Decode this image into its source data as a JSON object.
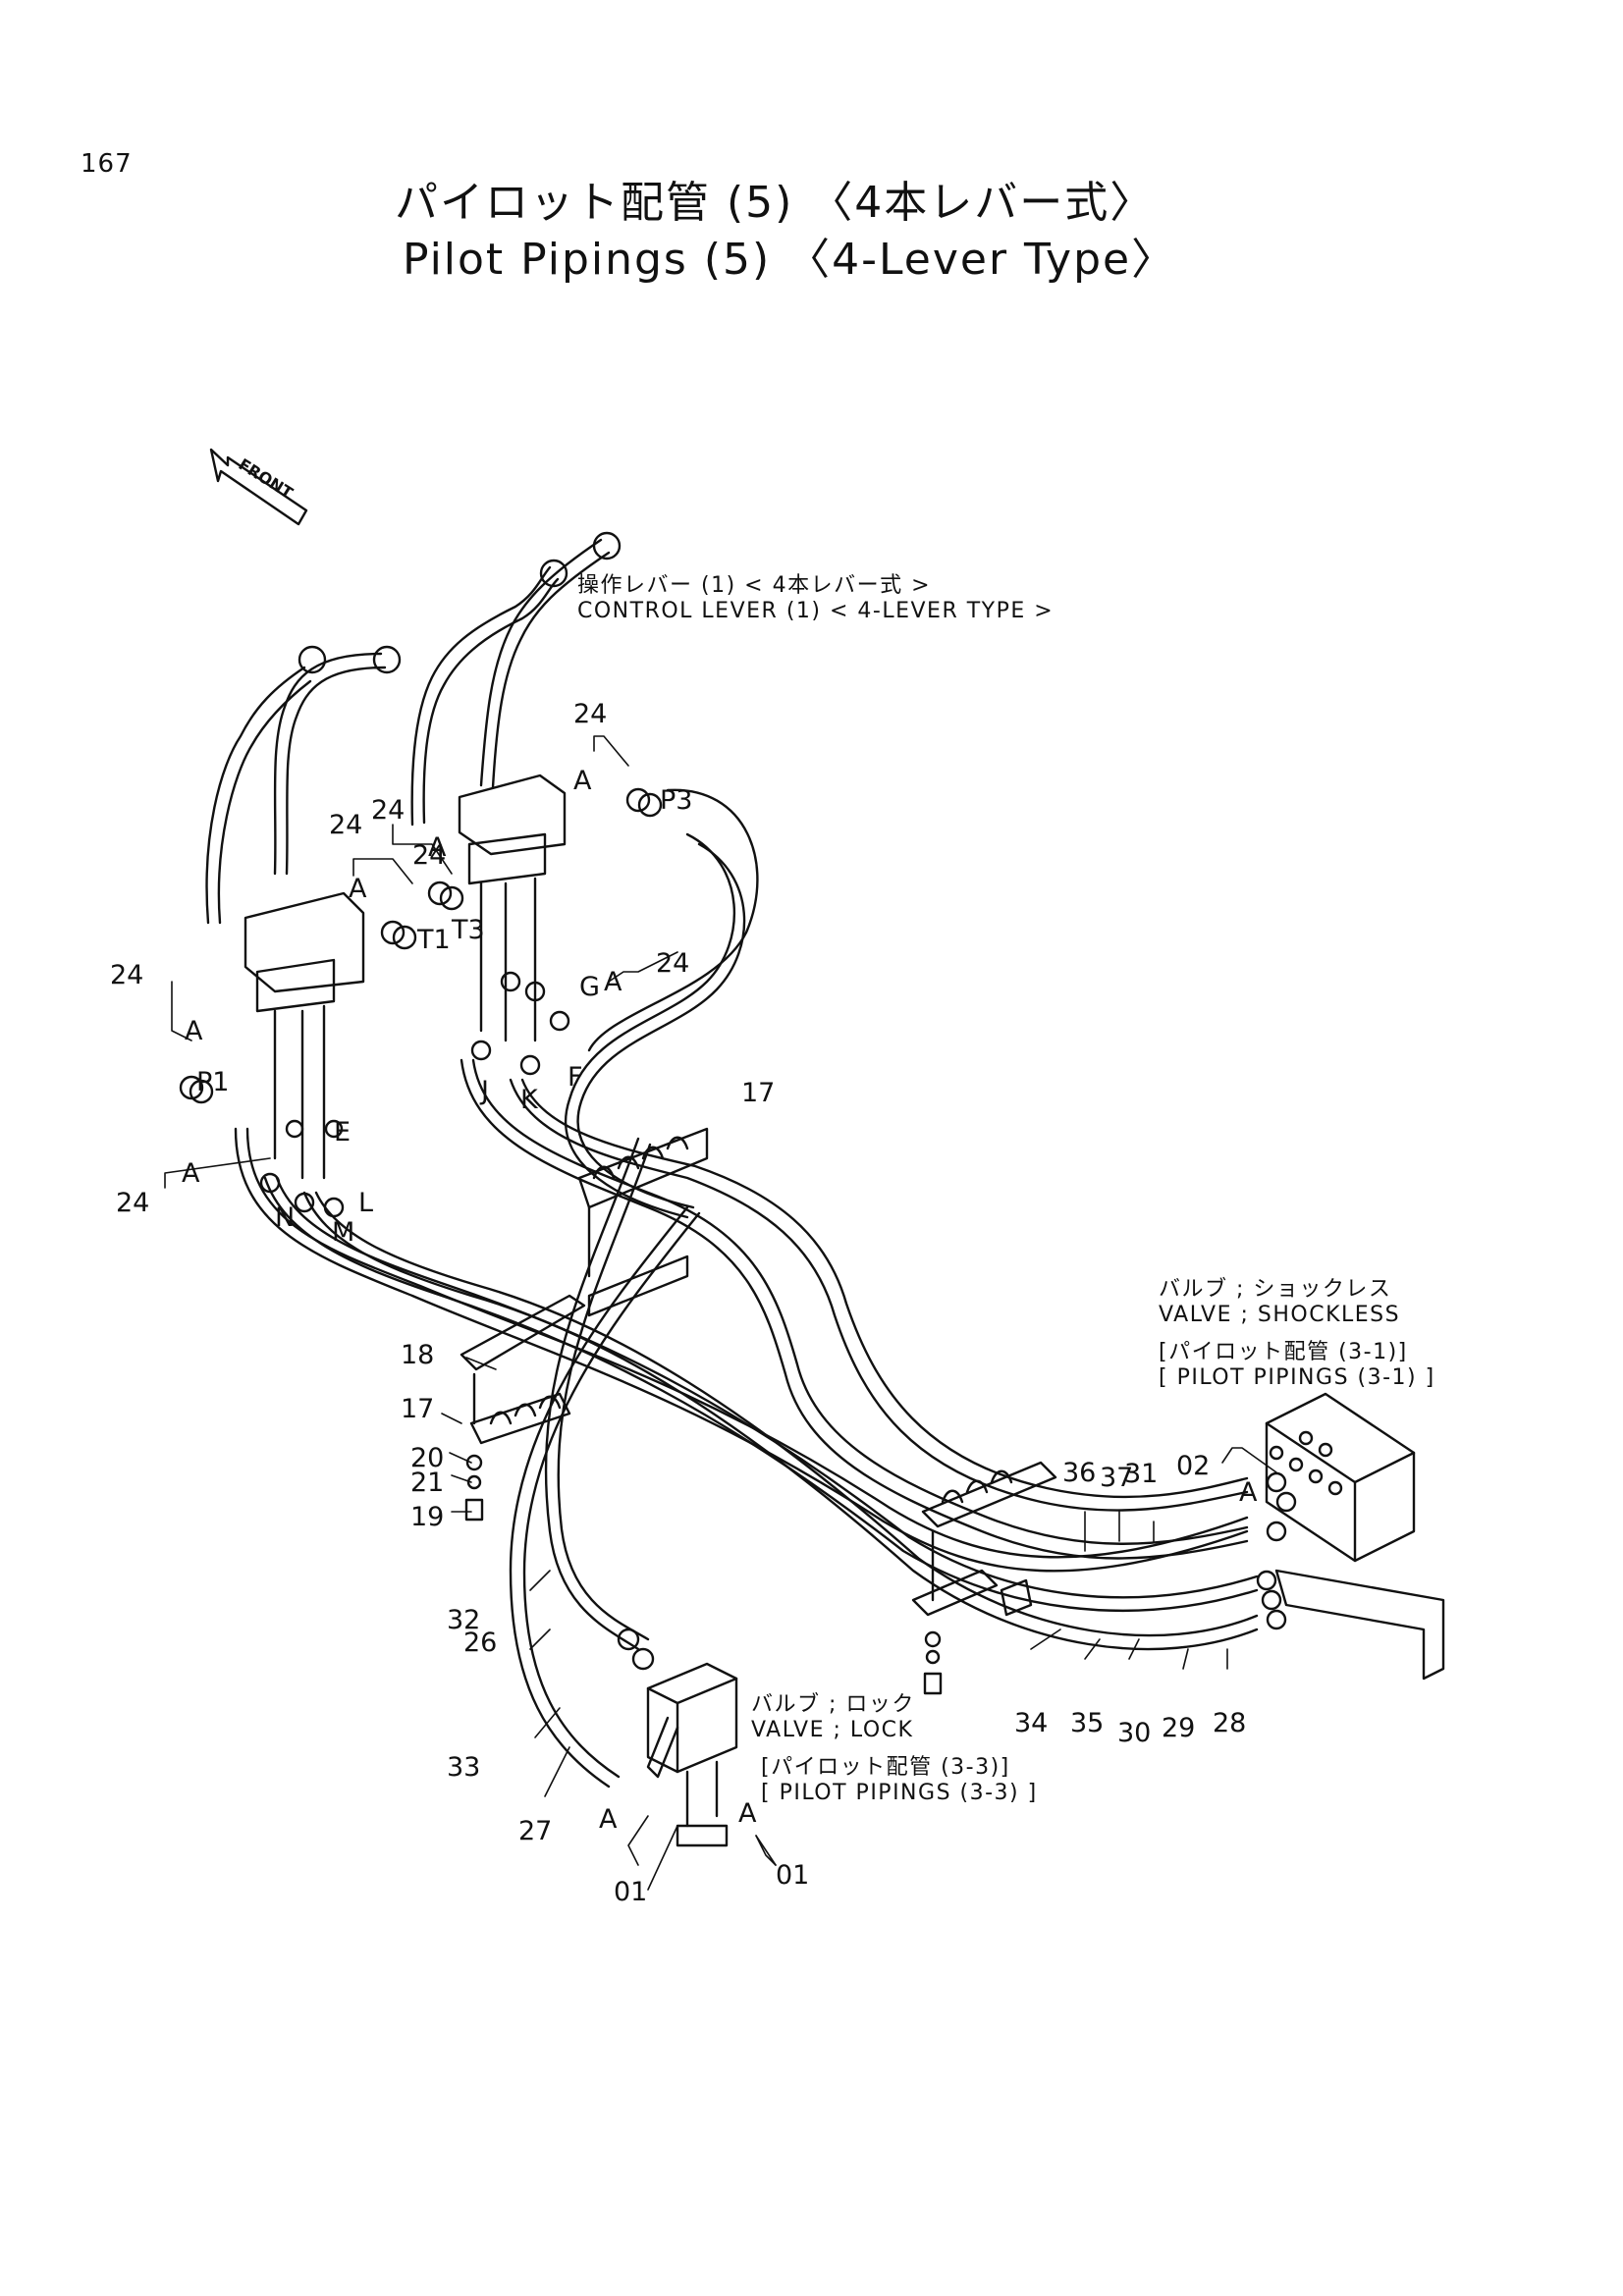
{
  "page_number": "167",
  "title": {
    "jp": "パイロット配管 (5) 〈4本レバー式〉",
    "en": "Pilot Pipings (5) 〈4-Lever Type〉"
  },
  "front_marker": "FRONT",
  "annotations": {
    "control_lever_jp": "操作レバー (1) < 4本レバー式 >",
    "control_lever_en": "CONTROL LEVER (1) < 4-LEVER TYPE >",
    "valve_shockless_jp": "バルブ ; ショックレス",
    "valve_shockless_en": "VALVE ; SHOCKLESS",
    "valve_shockless_ref_jp": "[パイロット配管 (3-1)]",
    "valve_shockless_ref_en": "[ PILOT PIPINGS (3-1) ]",
    "valve_lock_jp": "バルブ ; ロック",
    "valve_lock_en": "VALVE ; LOCK",
    "valve_lock_ref_jp": "[パイロット配管 (3-3)]",
    "valve_lock_ref_en": "[ PILOT PIPINGS (3-3) ]"
  },
  "callouts": [
    "24",
    "24",
    "24",
    "24",
    "24",
    "24",
    "24",
    "A",
    "A",
    "A",
    "A",
    "A",
    "A",
    "A",
    "A",
    "A",
    "P3",
    "T1",
    "T3",
    "G",
    "E",
    "F",
    "J",
    "K",
    "L",
    "M",
    "N",
    "P1",
    "17",
    "17",
    "18",
    "19",
    "20",
    "21",
    "26",
    "27",
    "28",
    "29",
    "30",
    "31",
    "32",
    "33",
    "34",
    "35",
    "36",
    "37",
    "02",
    "01",
    "01"
  ]
}
